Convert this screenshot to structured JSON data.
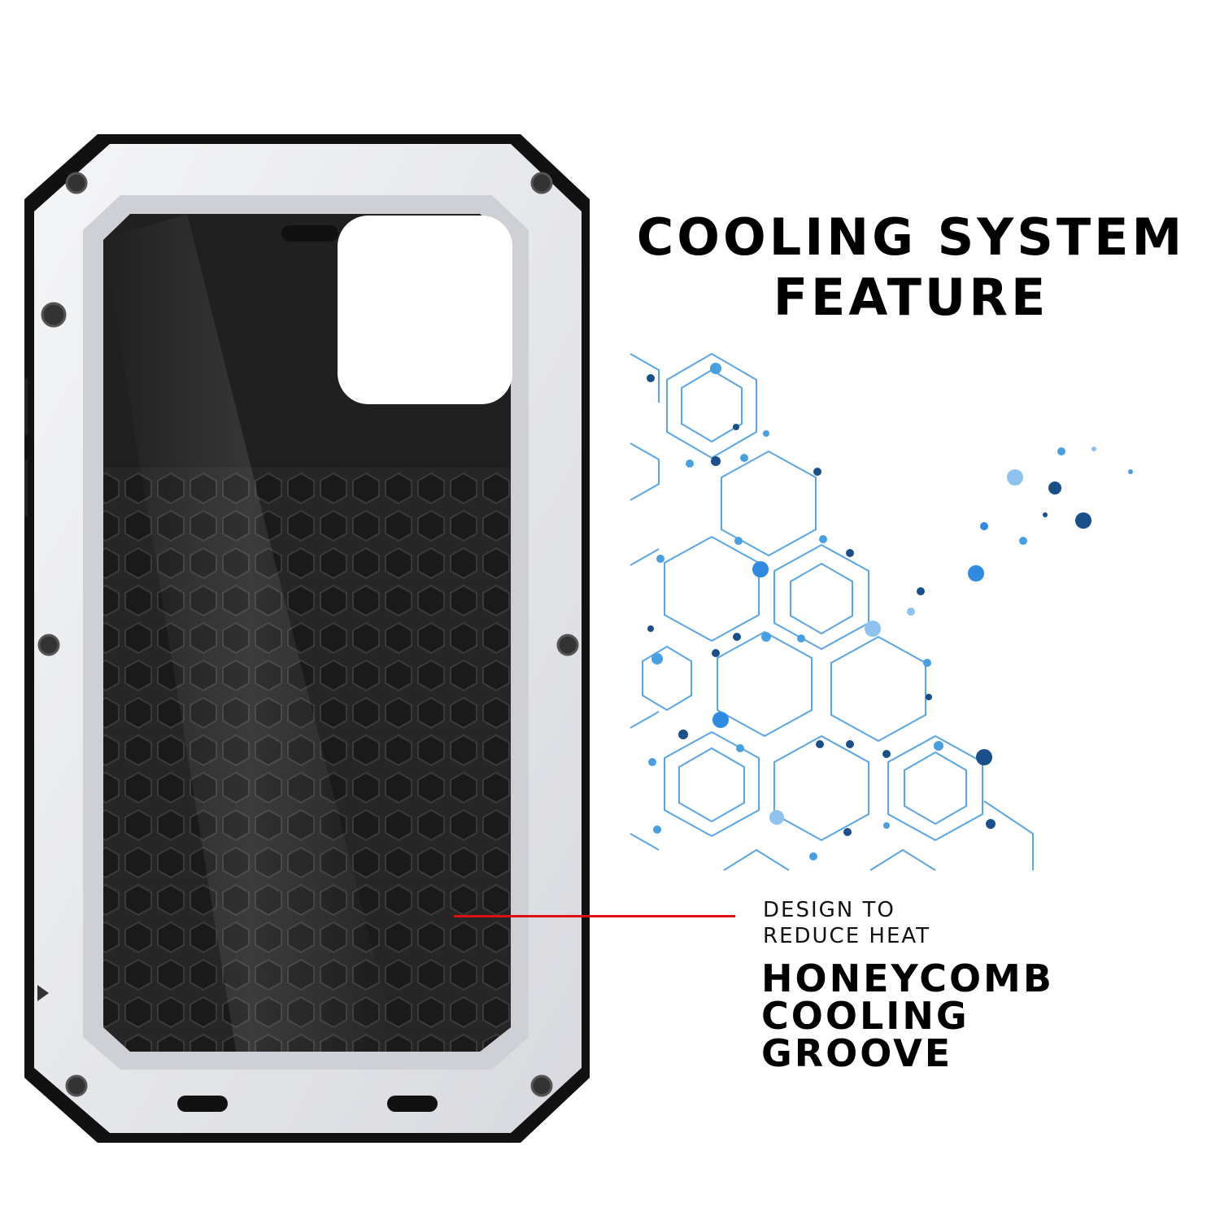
{
  "heading": {
    "line1": "COOLING SYSTEM",
    "line2": "FEATURE"
  },
  "callout": {
    "sub_line1": "DESIGN TO",
    "sub_line2": "REDUCE HEAT",
    "main_line1": "HONEYCOMB",
    "main_line2": "COOLING",
    "main_line3": "GROOVE"
  },
  "icons": {
    "case": "phone-case-image",
    "art": "honeycomb-molecule-art"
  },
  "colors": {
    "accent_line": "#e01010",
    "honeycomb_blue": "#4a9fe0",
    "dot_dark": "#1a4f8a",
    "case_frame": "#e6e7ea",
    "case_back": "#2a2a2a"
  }
}
